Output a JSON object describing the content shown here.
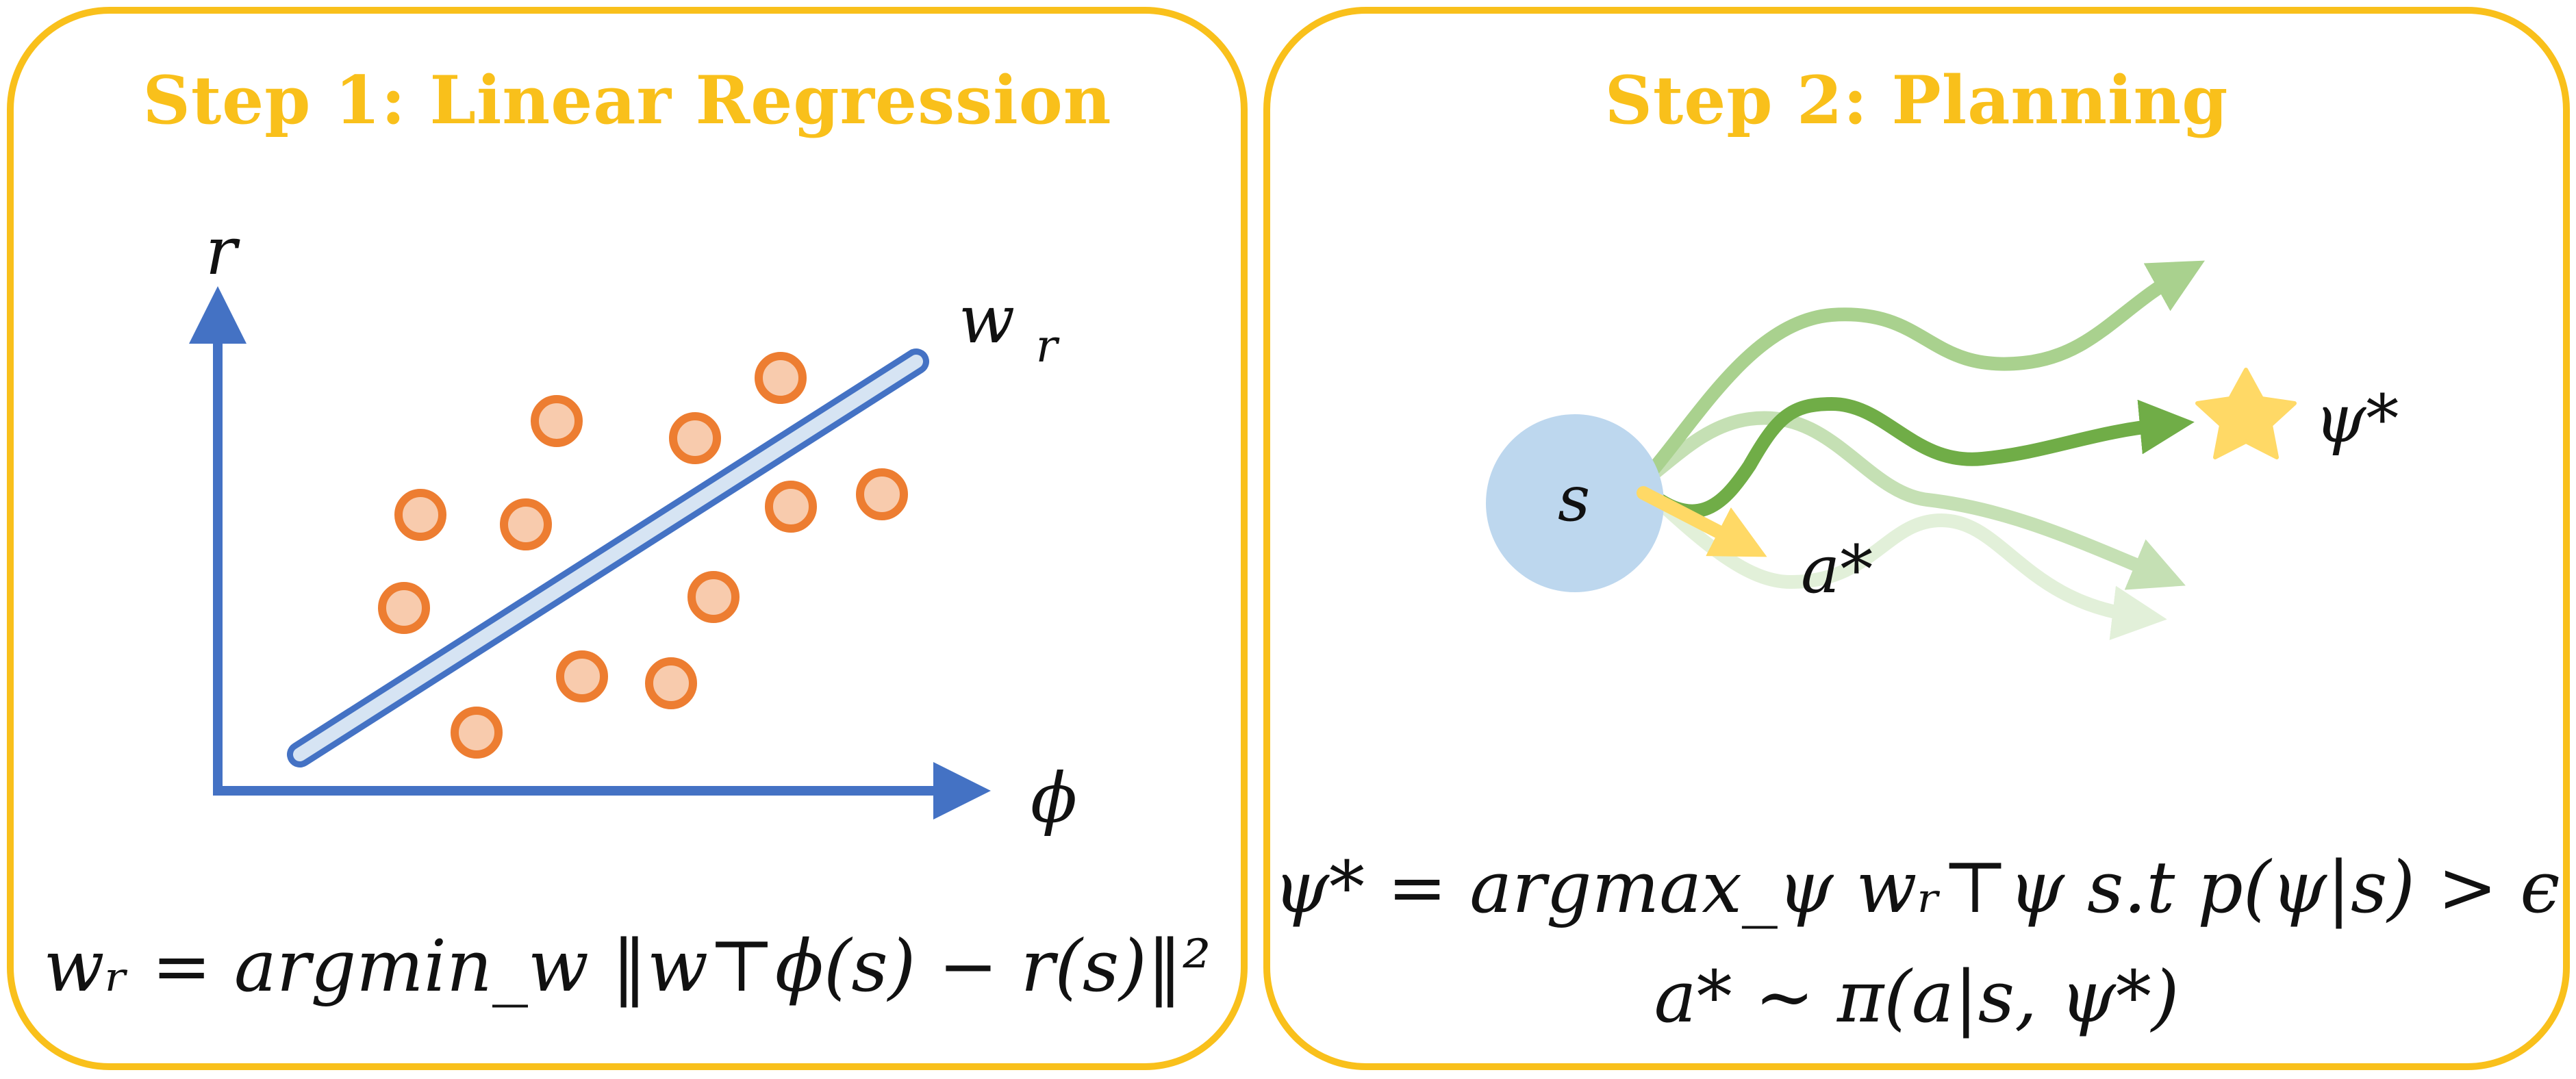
{
  "panels": {
    "step1": {
      "title": "Step 1: Linear Regression",
      "y_axis_label": "r",
      "x_axis_label": "ϕ",
      "line_label": "w",
      "line_label_sub": "r",
      "formula": "wᵣ = argmin_w ‖w⊤ϕ(s) − r(s)‖²"
    },
    "step2": {
      "title": "Step 2: Planning",
      "state_label": "s",
      "action_label": "a*",
      "goal_label": "ψ*",
      "formula_1": "ψ* = argmax_ψ wᵣ⊤ψ  s.t  p(ψ|s) > ϵ",
      "formula_2": "a* ~ π(a|s, ψ*)"
    }
  },
  "colors": {
    "border": "#F9C01B",
    "axis": "#4472C4",
    "regression_fill": "#D6E4F3",
    "point_stroke": "#ED7D31",
    "point_fill": "#F8CBAD",
    "state_fill": "#BDD7EE",
    "path_dark": "#70AD47",
    "action_arrow": "#FFD966",
    "star": "#FFD966"
  }
}
